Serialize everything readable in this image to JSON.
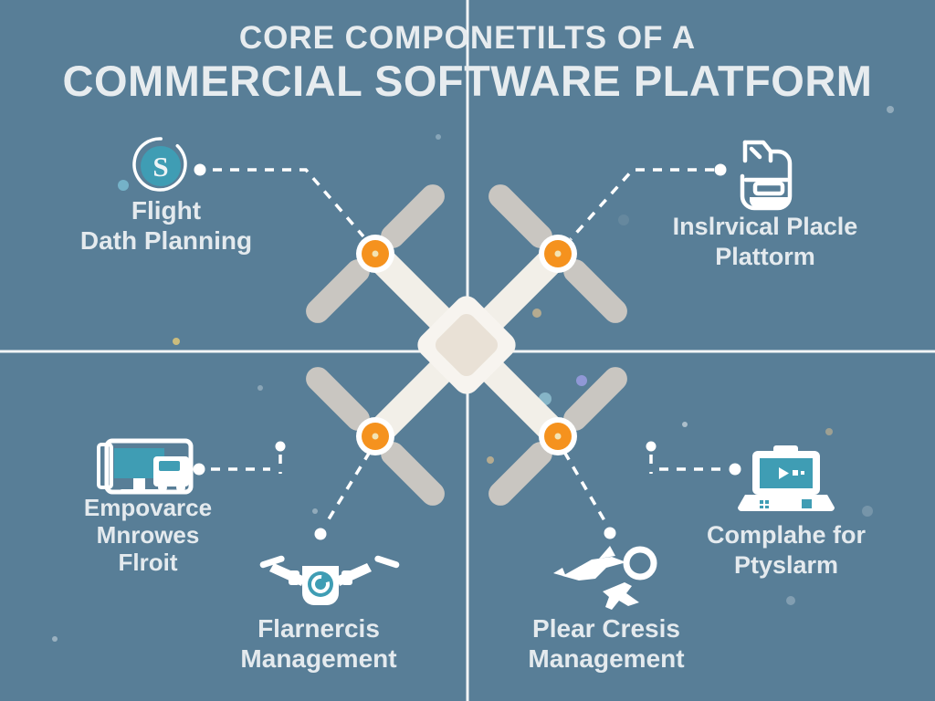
{
  "title": {
    "line1": "CORE COMPONETILTS OF A",
    "line2": "COMMERCIAL SOFTWARE PLATFORM"
  },
  "labels": {
    "top_left": {
      "line1": "Flight",
      "line2": "Dath Planning"
    },
    "top_right": {
      "line1": "Inslrvical Placle",
      "line2": "Plattorm"
    },
    "mid_left": {
      "line1": "Empovarce",
      "line2": "Mnrowes",
      "line3": "Flroit"
    },
    "bottom_left": {
      "line1": "Flarnercis",
      "line2": "Management"
    },
    "bottom_right": {
      "line1": "Plear Cresis",
      "line2": "Management"
    },
    "mid_right": {
      "line1": "Complahe for",
      "line2": "Ptyslarm"
    }
  },
  "icons": {
    "top_left": "dollar-circle-icon",
    "top_right": "document-box-icon",
    "mid_left": "monitor-vehicle-icon",
    "bottom_left": "camera-drone-icon",
    "bottom_right": "airplane-search-icon",
    "mid_right": "laptop-play-icon",
    "center": "quadcopter-drone",
    "dollar_glyph": "S"
  },
  "colors": {
    "background": "#587e97",
    "teal_accent": "#3f9db4",
    "orange_accent": "#f5921e",
    "white_line": "#ffffff",
    "text": "#e7ecef",
    "drone_body": "#f2efe8",
    "propeller_gray": "#c9c6c1"
  }
}
